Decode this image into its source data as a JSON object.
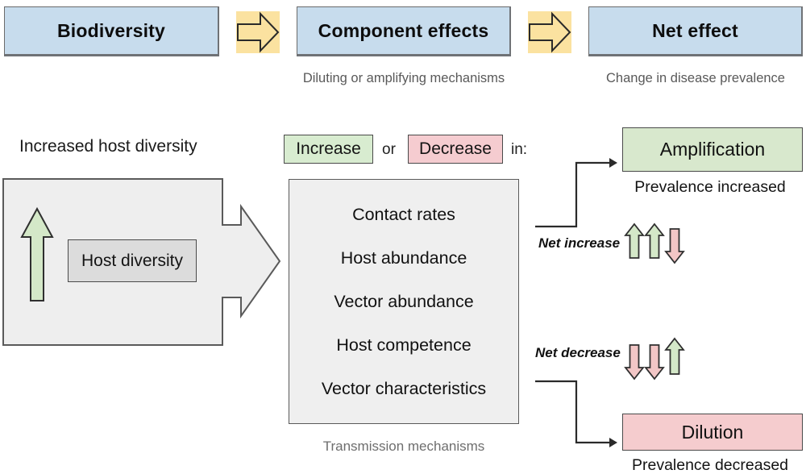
{
  "figure": {
    "title": "Biodiversity to disease prevalence conceptual diagram",
    "colors": {
      "header_box_fill": "#c7dced",
      "chevron_fill": "#fbe2a0",
      "panel_fill": "#eeeeee",
      "host_box_fill": "#dcdcdc",
      "increase_green": "#d8ecd0",
      "decrease_pink": "#f5ccd0",
      "amplification_green": "#d8e8cd",
      "dilution_pink": "#f5ccce",
      "outline": "#4a4a4a",
      "caption_grey": "#6e6e6e"
    }
  },
  "header": {
    "stages": [
      {
        "label": "Biodiversity",
        "caption": ""
      },
      {
        "label": "Component effects",
        "caption": "Diluting or amplifying mechanisms"
      },
      {
        "label": "Net effect",
        "caption": "Change in disease prevalence"
      }
    ],
    "chevrons": [
      {
        "icon": "right-arrow-icon"
      },
      {
        "icon": "right-arrow-icon"
      }
    ]
  },
  "left_panel": {
    "title": "Increased host diversity",
    "up_arrow_icon": "green-up-arrow-icon",
    "host_box_label": "Host diversity",
    "outflow_arrow_icon": "right-block-arrow-icon"
  },
  "middle": {
    "pills": {
      "increase_label": "Increase",
      "conjunction": "or",
      "decrease_label": "Decrease",
      "suffix": "in:"
    },
    "mechanisms": [
      "Contact rates",
      "Host abundance",
      "Vector abundance",
      "Host competence",
      "Vector characteristics"
    ],
    "caption": "Transmission mechanisms"
  },
  "outcomes": {
    "amplification": {
      "net_label": "Net increase",
      "box_label": "Amplification",
      "caption": "Prevalence increased",
      "arrow_icons": [
        "green-up-arrow-icon",
        "green-up-arrow-icon",
        "pink-down-arrow-icon"
      ]
    },
    "dilution": {
      "net_label": "Net decrease",
      "box_label": "Dilution",
      "caption": "Prevalence decreased",
      "arrow_icons": [
        "pink-down-arrow-icon",
        "pink-down-arrow-icon",
        "green-up-arrow-icon"
      ]
    }
  }
}
